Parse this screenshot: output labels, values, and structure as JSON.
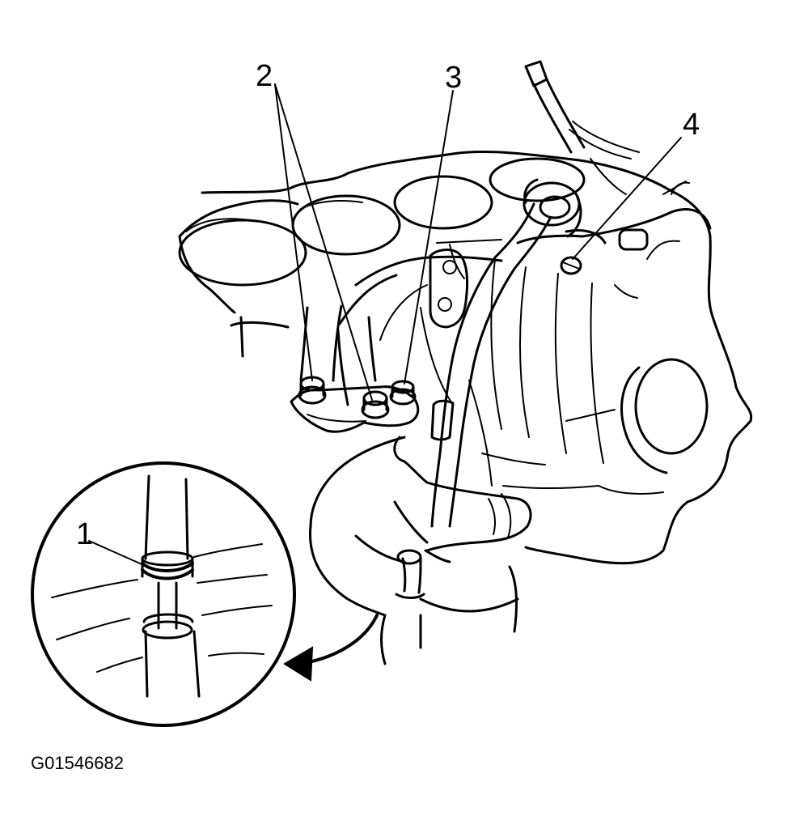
{
  "figure": {
    "id": "G01546682",
    "callouts": [
      {
        "number": "1",
        "part": "o-ring"
      },
      {
        "number": "2",
        "part": "bracket-bolts"
      },
      {
        "number": "3",
        "part": "guide-bolt"
      },
      {
        "number": "4",
        "part": "upper-bolt"
      }
    ]
  },
  "colors": {
    "ink": "#000000",
    "paper": "#ffffff"
  }
}
